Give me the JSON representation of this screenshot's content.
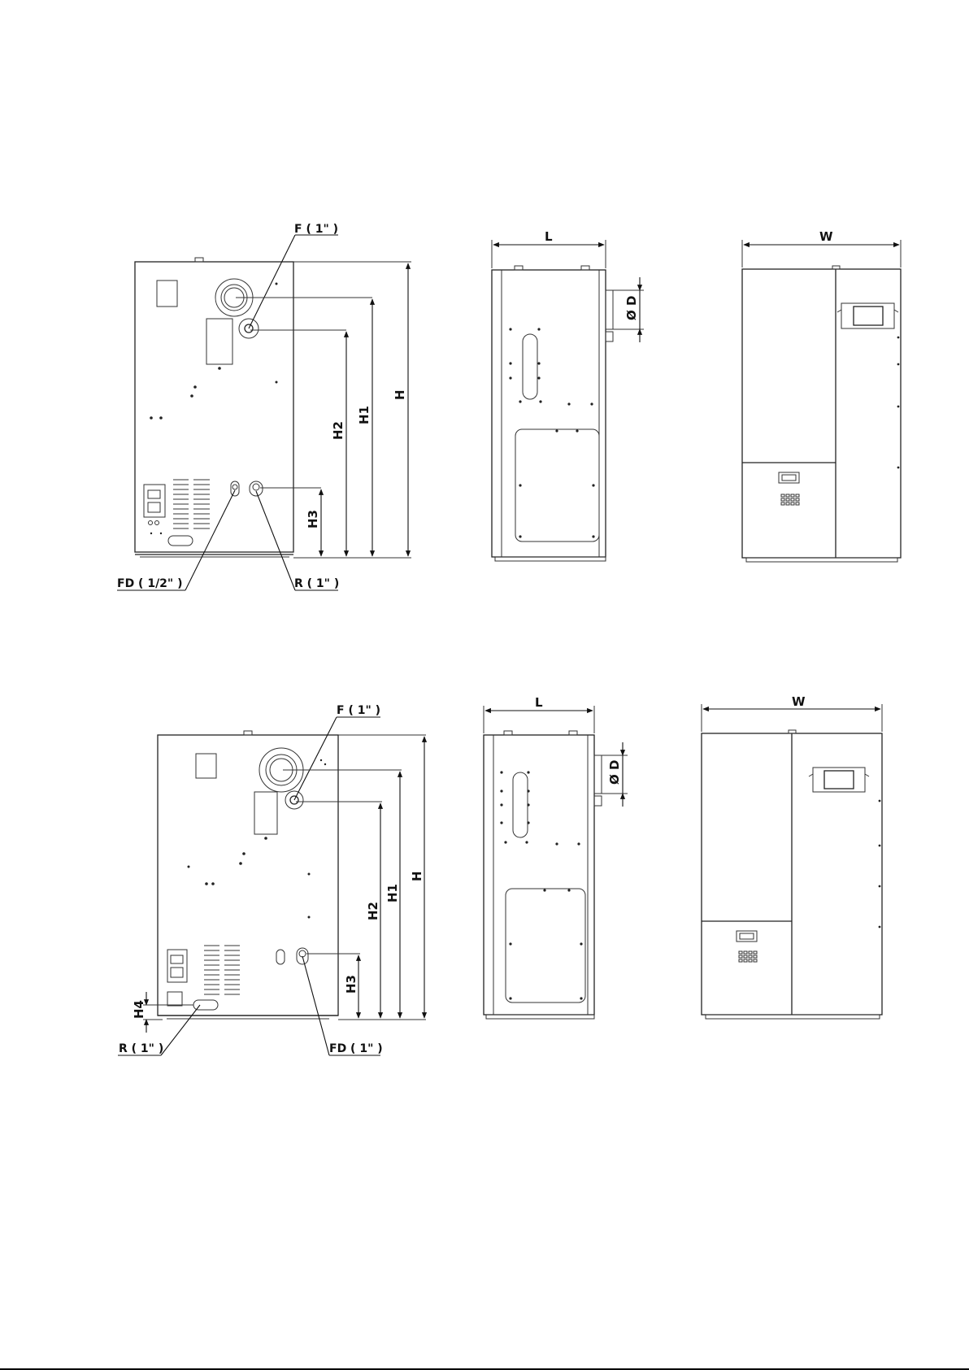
{
  "views": {
    "top": {
      "rear": {
        "conn_flow": "F ( 1\" )",
        "conn_drain": "FD ( 1/2\" )",
        "conn_return": "R ( 1\" )",
        "dim_h": "H",
        "dim_h1": "H1",
        "dim_h2": "H2",
        "dim_h3": "H3"
      },
      "side": {
        "dim_l": "L",
        "dim_d": "Ø D"
      },
      "front": {
        "dim_w": "W"
      }
    },
    "bottom": {
      "rear": {
        "conn_flow": "F ( 1\" )",
        "conn_return": "R ( 1\" )",
        "conn_drain": "FD ( 1\" )",
        "dim_h": "H",
        "dim_h1": "H1",
        "dim_h2": "H2",
        "dim_h3": "H3",
        "dim_h4": "H4"
      },
      "side": {
        "dim_l": "L",
        "dim_d": "Ø D"
      },
      "front": {
        "dim_w": "W"
      }
    }
  },
  "colors": {
    "line": "#222222",
    "paper": "#ffffff"
  }
}
